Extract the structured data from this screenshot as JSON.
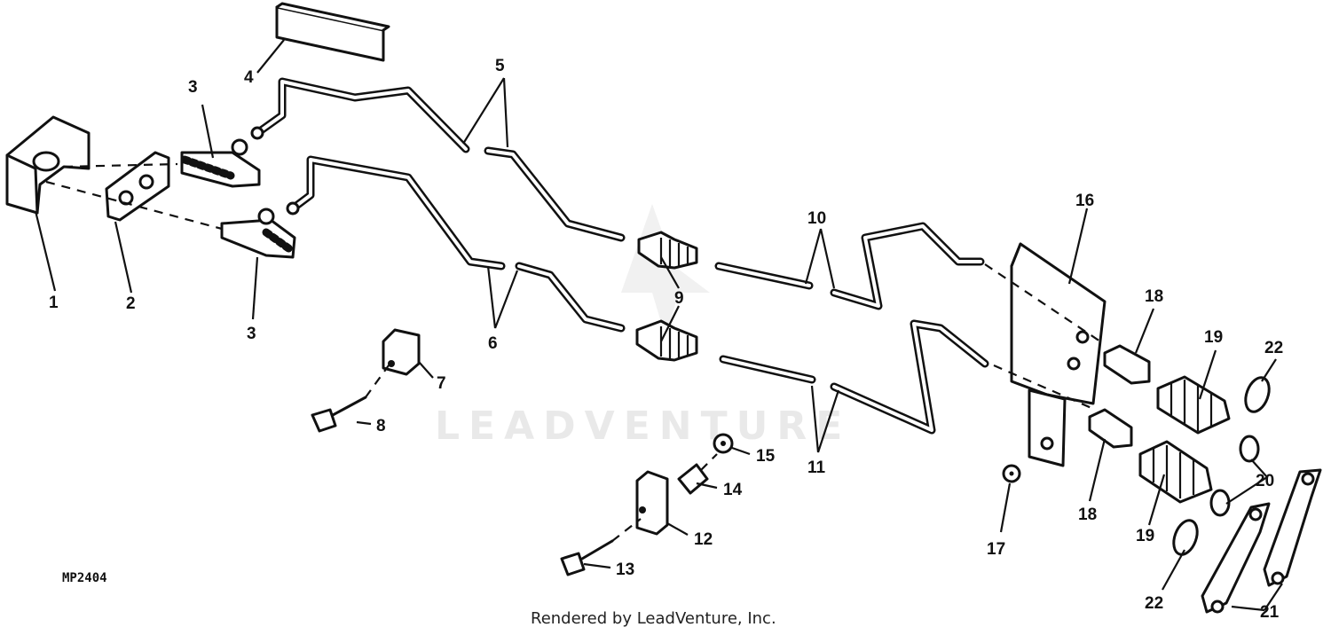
{
  "diagram_code": "MP2404",
  "credit": "Rendered by LeadVenture, Inc.",
  "watermark": "LEADVENTURE",
  "callouts": [
    "1",
    "2",
    "3",
    "3",
    "4",
    "5",
    "6",
    "7",
    "8",
    "9",
    "10",
    "11",
    "12",
    "13",
    "14",
    "15",
    "16",
    "17",
    "18",
    "18",
    "19",
    "19",
    "20",
    "21",
    "22",
    "22"
  ]
}
